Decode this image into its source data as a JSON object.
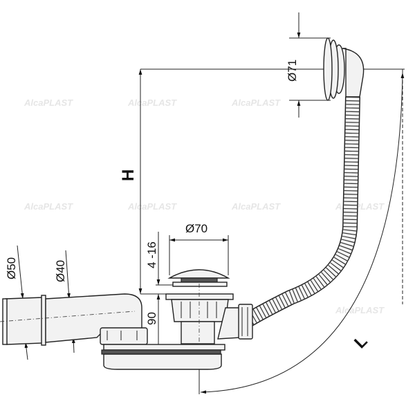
{
  "watermark": "AlcaPLAST",
  "dimensions": {
    "overflow_diameter": "Ø71",
    "height": "H",
    "drain_diameter": "Ø70",
    "adjust_range": "4 -16",
    "outlet_diameter_outer": "Ø50",
    "outlet_diameter_inner": "Ø40",
    "trap_height": "90",
    "length": "L"
  }
}
